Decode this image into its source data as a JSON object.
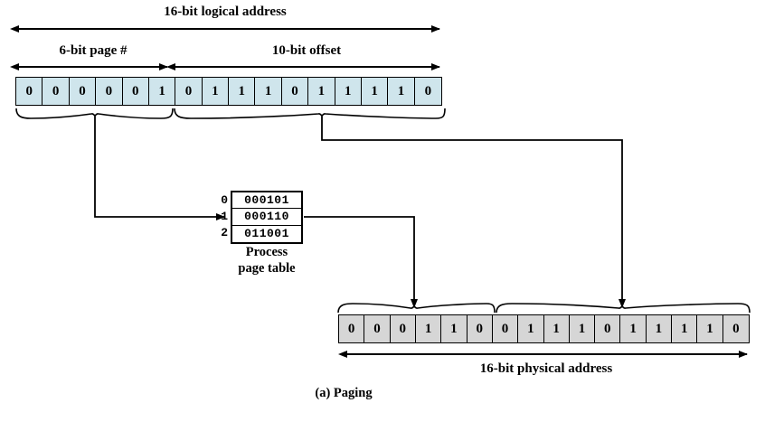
{
  "diagram": {
    "caption": "(a) Paging",
    "logical": {
      "title": "16-bit logical address",
      "field_page_label": "6-bit page #",
      "field_offset_label": "10-bit offset",
      "bits": [
        "0",
        "0",
        "0",
        "0",
        "0",
        "1",
        "0",
        "1",
        "1",
        "1",
        "0",
        "1",
        "1",
        "1",
        "1",
        "0"
      ],
      "page_bits": [
        "0",
        "0",
        "0",
        "0",
        "0",
        "1"
      ],
      "offset_bits": [
        "0",
        "1",
        "1",
        "1",
        "0",
        "1",
        "1",
        "1",
        "1",
        "0"
      ]
    },
    "page_table": {
      "title_line1": "Process",
      "title_line2": "page table",
      "indices": [
        "0",
        "1",
        "2"
      ],
      "entries": [
        "000101",
        "000110",
        "011001"
      ],
      "selected_index": "1",
      "selected_entry": "000110"
    },
    "physical": {
      "title": "16-bit physical address",
      "bits": [
        "0",
        "0",
        "0",
        "1",
        "1",
        "0",
        "0",
        "1",
        "1",
        "1",
        "0",
        "1",
        "1",
        "1",
        "1",
        "0"
      ],
      "frame_bits": [
        "0",
        "0",
        "0",
        "1",
        "1",
        "0"
      ],
      "offset_bits": [
        "0",
        "1",
        "1",
        "1",
        "0",
        "1",
        "1",
        "1",
        "1",
        "0"
      ]
    },
    "colors": {
      "logical_cell": "#cfe5ec",
      "physical_cell": "#d6d6d6",
      "stroke": "#000000",
      "background": "#ffffff"
    }
  }
}
